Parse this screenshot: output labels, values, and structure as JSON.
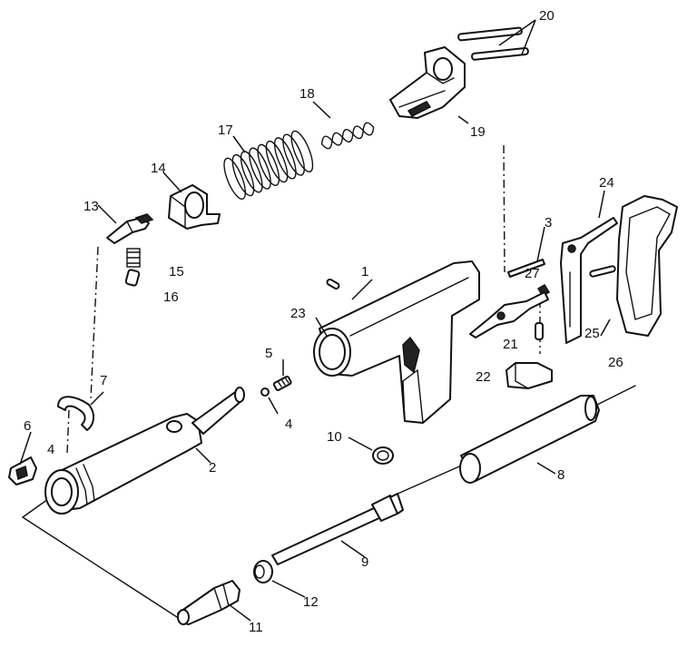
{
  "diagram": {
    "callouts": [
      {
        "id": "p1",
        "text": "1"
      },
      {
        "id": "p2",
        "text": "2"
      },
      {
        "id": "p3",
        "text": "3"
      },
      {
        "id": "p4a",
        "text": "4"
      },
      {
        "id": "p4b",
        "text": "4"
      },
      {
        "id": "p5",
        "text": "5"
      },
      {
        "id": "p6",
        "text": "6"
      },
      {
        "id": "p7",
        "text": "7"
      },
      {
        "id": "p8",
        "text": "8"
      },
      {
        "id": "p9",
        "text": "9"
      },
      {
        "id": "p10",
        "text": "10"
      },
      {
        "id": "p11",
        "text": "11"
      },
      {
        "id": "p12",
        "text": "12"
      },
      {
        "id": "p13",
        "text": "13"
      },
      {
        "id": "p14",
        "text": "14"
      },
      {
        "id": "p15",
        "text": "15"
      },
      {
        "id": "p16",
        "text": "16"
      },
      {
        "id": "p17",
        "text": "17"
      },
      {
        "id": "p18",
        "text": "18"
      },
      {
        "id": "p19",
        "text": "19"
      },
      {
        "id": "p20",
        "text": "20"
      },
      {
        "id": "p21",
        "text": "21"
      },
      {
        "id": "p22",
        "text": "22"
      },
      {
        "id": "p23",
        "text": "23"
      },
      {
        "id": "p24",
        "text": "24"
      },
      {
        "id": "p25",
        "text": "25"
      },
      {
        "id": "p26",
        "text": "26"
      },
      {
        "id": "p27",
        "text": "27"
      }
    ]
  }
}
